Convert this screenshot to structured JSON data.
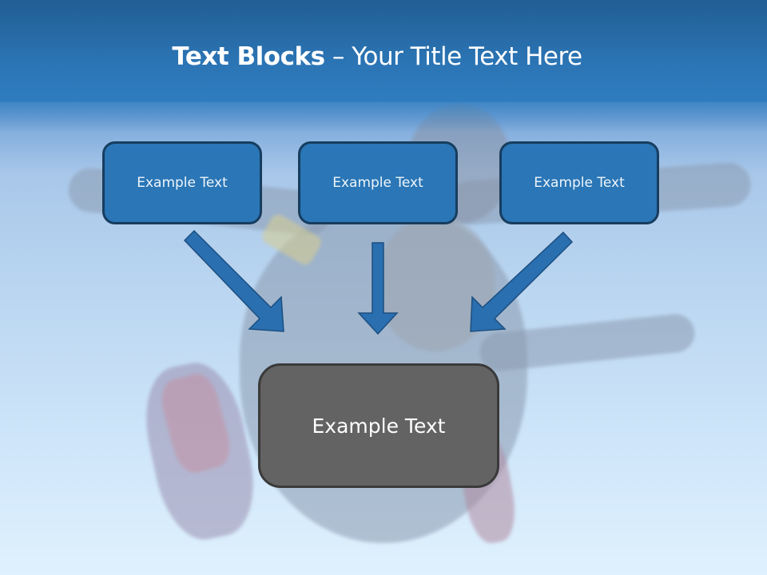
{
  "slide": {
    "title": {
      "bold": "Text Blocks",
      "separator": " – ",
      "normal": "Your Title Text Here"
    },
    "blocks_top": [
      {
        "label": "Example Text"
      },
      {
        "label": "Example Text"
      },
      {
        "label": "Example Text"
      }
    ],
    "block_bottom": {
      "label": "Example Text"
    },
    "arrows": [
      {
        "from": "block-1",
        "to": "block-bottom",
        "direction": "down-right"
      },
      {
        "from": "block-2",
        "to": "block-bottom",
        "direction": "down"
      },
      {
        "from": "block-3",
        "to": "block-bottom",
        "direction": "down-left"
      }
    ],
    "background": "skydivers-photo"
  },
  "colors": {
    "header": "#2b74b4",
    "header_top": "#215e93",
    "block_fill": "#2a76b6",
    "block_border": "#173d5f",
    "bottom_block_fill": "#636363",
    "bottom_block_border": "#3a3a3a",
    "arrow_fill": "#2a6fb0",
    "arrow_stroke": "#1d4f80",
    "text": "#ffffff"
  }
}
